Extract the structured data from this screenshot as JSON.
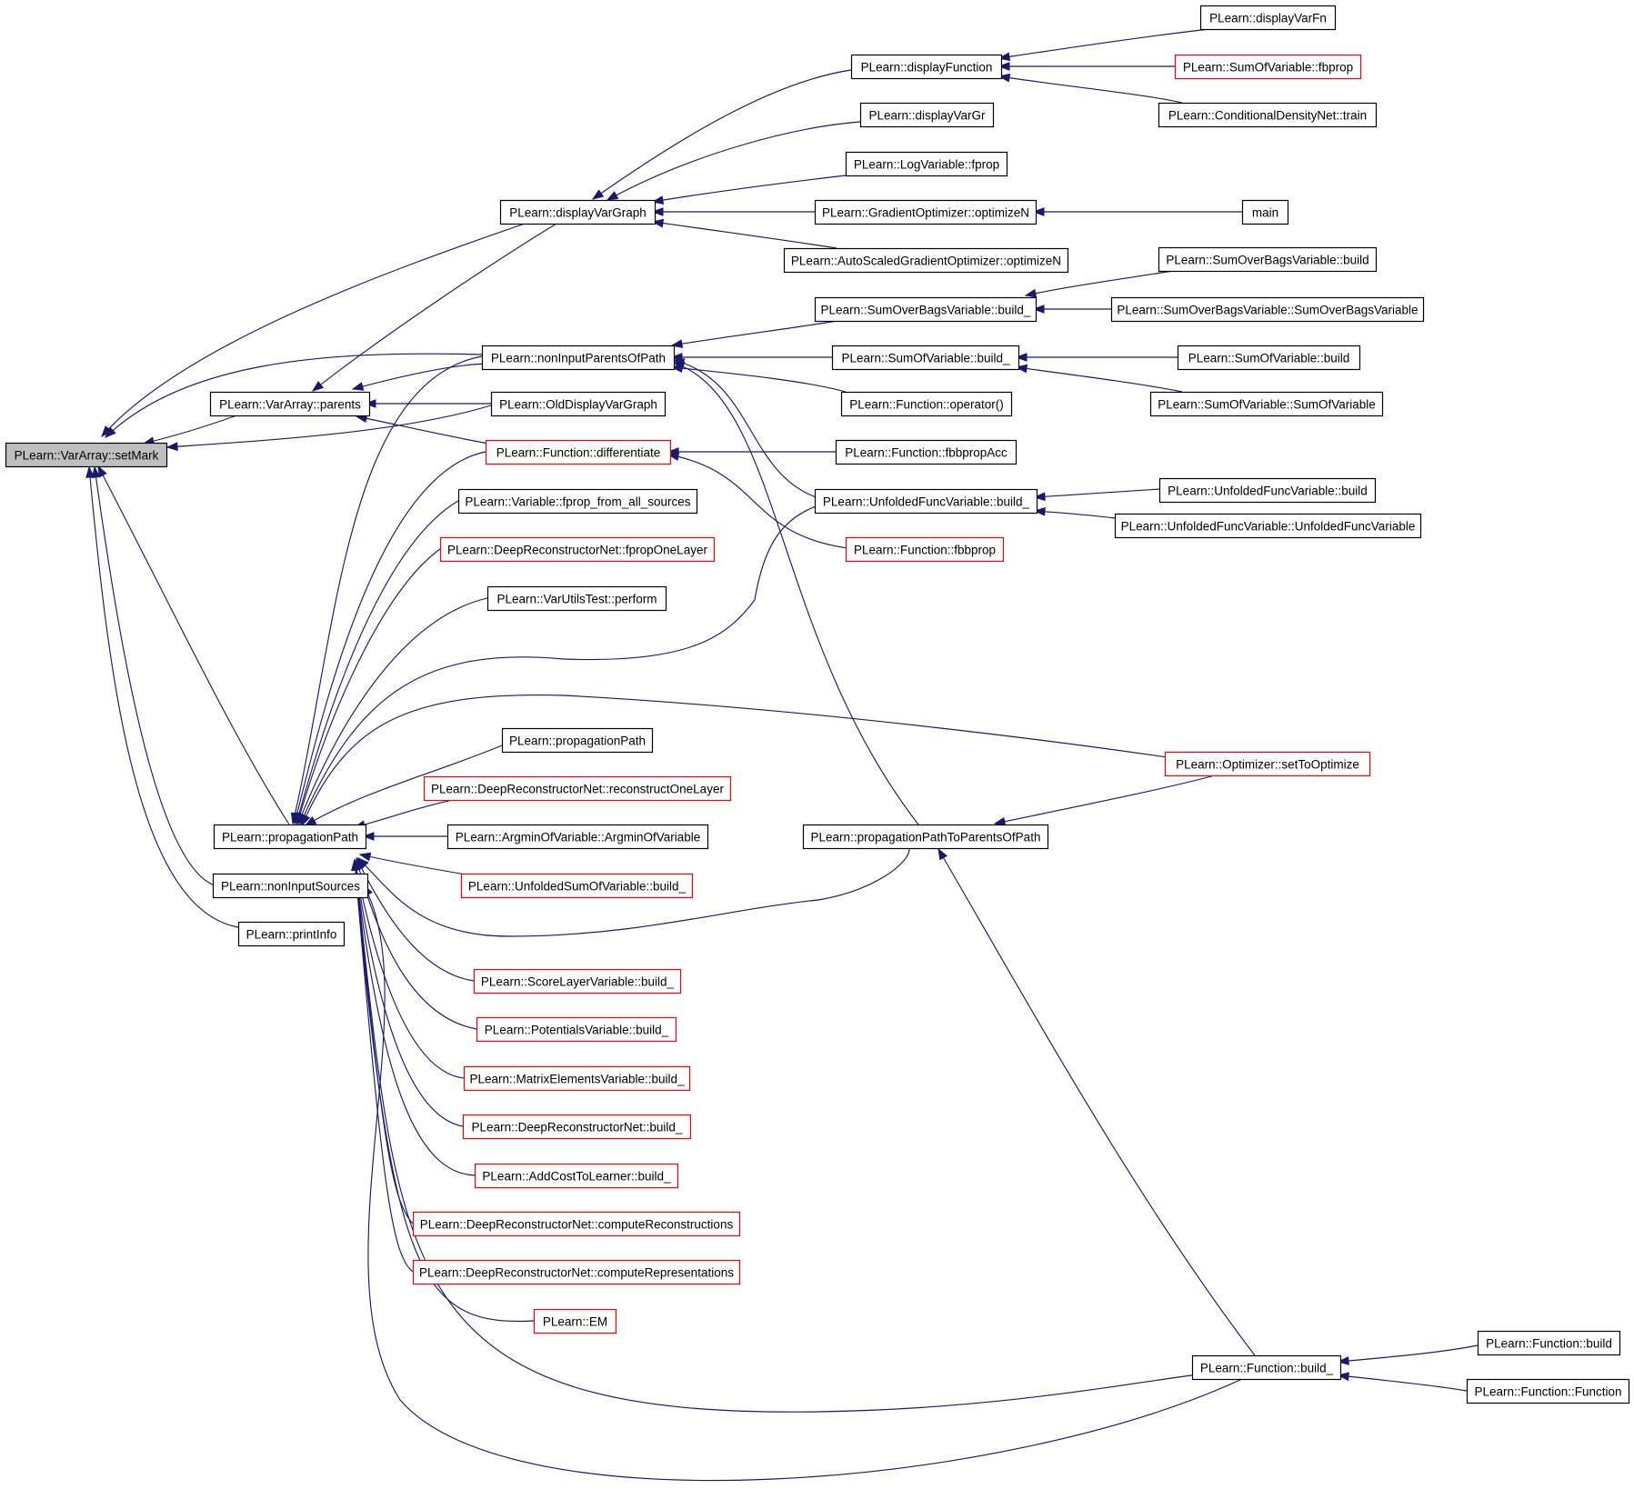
{
  "graph": {
    "title": "",
    "colors": {
      "edge": "#191970",
      "node_border": "#000000",
      "node_border_truncated": "#ff0000",
      "root_fill": "#bfbfbf",
      "node_fill": "#ffffff"
    },
    "nodes": [
      {
        "id": "setMark",
        "label": "PLearn::VarArray::setMark",
        "root": true
      },
      {
        "id": "displayVarGraph",
        "label": "PLearn::displayVarGraph"
      },
      {
        "id": "parents",
        "label": "PLearn::VarArray::parents"
      },
      {
        "id": "propagationPath",
        "label": "PLearn::propagationPath"
      },
      {
        "id": "nonInputSources",
        "label": "PLearn::nonInputSources"
      },
      {
        "id": "printInfo",
        "label": "PLearn::printInfo"
      },
      {
        "id": "displayFunction",
        "label": "PLearn::displayFunction"
      },
      {
        "id": "displayVarGr",
        "label": "PLearn::displayVarGr"
      },
      {
        "id": "logVarFprop",
        "label": "PLearn::LogVariable::fprop"
      },
      {
        "id": "gradOptN",
        "label": "PLearn::GradientOptimizer::optimizeN"
      },
      {
        "id": "autoScaledOptN",
        "label": "PLearn::AutoScaledGradientOptimizer::optimizeN"
      },
      {
        "id": "nonInputParentsOfPath",
        "label": "PLearn::nonInputParentsOfPath"
      },
      {
        "id": "oldDisplayVarGraph",
        "label": "PLearn::OldDisplayVarGraph"
      },
      {
        "id": "funcDifferentiate",
        "label": "PLearn::Function::differentiate",
        "truncated": true
      },
      {
        "id": "fpropFromAllSources",
        "label": "PLearn::Variable::fprop_from_all_sources"
      },
      {
        "id": "drnFpropOneLayer",
        "label": "PLearn::DeepReconstructorNet::fpropOneLayer",
        "truncated": true
      },
      {
        "id": "varUtilsTestPerform",
        "label": "PLearn::VarUtilsTest::perform"
      },
      {
        "id": "propagationPath2",
        "label": "PLearn::propagationPath"
      },
      {
        "id": "drnReconstructOneLayer",
        "label": "PLearn::DeepReconstructorNet::reconstructOneLayer",
        "truncated": true
      },
      {
        "id": "argminOfVariable",
        "label": "PLearn::ArgminOfVariable::ArgminOfVariable"
      },
      {
        "id": "unfoldedSumBuild",
        "label": "PLearn::UnfoldedSumOfVariable::build_",
        "truncated": true
      },
      {
        "id": "scoreLayerBuild",
        "label": "PLearn::ScoreLayerVariable::build_",
        "truncated": true
      },
      {
        "id": "potentialsBuild",
        "label": "PLearn::PotentialsVariable::build_",
        "truncated": true
      },
      {
        "id": "matrixElementsBuild",
        "label": "PLearn::MatrixElementsVariable::build_",
        "truncated": true
      },
      {
        "id": "drnBuild",
        "label": "PLearn::DeepReconstructorNet::build_",
        "truncated": true
      },
      {
        "id": "addCostBuild",
        "label": "PLearn::AddCostToLearner::build_",
        "truncated": true
      },
      {
        "id": "drnComputeReconstructions",
        "label": "PLearn::DeepReconstructorNet::computeReconstructions",
        "truncated": true
      },
      {
        "id": "drnComputeRepresentations",
        "label": "PLearn::DeepReconstructorNet::computeRepresentations",
        "truncated": true
      },
      {
        "id": "em",
        "label": "PLearn::EM",
        "truncated": true
      },
      {
        "id": "displayVarFn",
        "label": "PLearn::displayVarFn"
      },
      {
        "id": "sumOfVarFbprop",
        "label": "PLearn::SumOfVariable::fbprop",
        "truncated": true
      },
      {
        "id": "condDensityTrain",
        "label": "PLearn::ConditionalDensityNet::train"
      },
      {
        "id": "main",
        "label": "main"
      },
      {
        "id": "sumOverBagsBuild_",
        "label": "PLearn::SumOverBagsVariable::build_"
      },
      {
        "id": "sumOfVarBuild_",
        "label": "PLearn::SumOfVariable::build_"
      },
      {
        "id": "funcOperator",
        "label": "PLearn::Function::operator()"
      },
      {
        "id": "funcFbbpropAcc",
        "label": "PLearn::Function::fbbpropAcc"
      },
      {
        "id": "unfoldedFuncBuild_",
        "label": "PLearn::UnfoldedFuncVariable::build_"
      },
      {
        "id": "funcFbbprop",
        "label": "PLearn::Function::fbbprop",
        "truncated": true
      },
      {
        "id": "propPathToParents",
        "label": "PLearn::propagationPathToParentsOfPath"
      },
      {
        "id": "funcBuild_",
        "label": "PLearn::Function::build_"
      },
      {
        "id": "sumOverBagsBuild",
        "label": "PLearn::SumOverBagsVariable::build"
      },
      {
        "id": "sumOverBagsCtor",
        "label": "PLearn::SumOverBagsVariable::SumOverBagsVariable"
      },
      {
        "id": "sumOfVarBuild",
        "label": "PLearn::SumOfVariable::build"
      },
      {
        "id": "sumOfVarCtor",
        "label": "PLearn::SumOfVariable::SumOfVariable"
      },
      {
        "id": "unfoldedFuncBuild",
        "label": "PLearn::UnfoldedFuncVariable::build"
      },
      {
        "id": "unfoldedFuncCtor",
        "label": "PLearn::UnfoldedFuncVariable::UnfoldedFuncVariable"
      },
      {
        "id": "optSetToOptimize",
        "label": "PLearn::Optimizer::setToOptimize",
        "truncated": true
      },
      {
        "id": "funcBuild",
        "label": "PLearn::Function::build"
      },
      {
        "id": "funcCtor",
        "label": "PLearn::Function::Function"
      }
    ],
    "edges": [
      {
        "from": "displayVarGraph",
        "to": "setMark"
      },
      {
        "from": "nonInputParentsOfPath",
        "to": "setMark"
      },
      {
        "from": "parents",
        "to": "setMark"
      },
      {
        "from": "oldDisplayVarGraph",
        "to": "setMark"
      },
      {
        "from": "propagationPath",
        "to": "setMark"
      },
      {
        "from": "nonInputSources",
        "to": "setMark"
      },
      {
        "from": "printInfo",
        "to": "setMark"
      },
      {
        "from": "displayFunction",
        "to": "displayVarGraph"
      },
      {
        "from": "displayVarGr",
        "to": "displayVarGraph"
      },
      {
        "from": "logVarFprop",
        "to": "displayVarGraph"
      },
      {
        "from": "gradOptN",
        "to": "displayVarGraph"
      },
      {
        "from": "autoScaledOptN",
        "to": "displayVarGraph"
      },
      {
        "from": "displayVarFn",
        "to": "displayFunction"
      },
      {
        "from": "sumOfVarFbprop",
        "to": "displayFunction"
      },
      {
        "from": "condDensityTrain",
        "to": "displayFunction"
      },
      {
        "from": "main",
        "to": "gradOptN"
      },
      {
        "from": "displayVarGraph",
        "to": "parents"
      },
      {
        "from": "nonInputParentsOfPath",
        "to": "parents"
      },
      {
        "from": "oldDisplayVarGraph",
        "to": "parents"
      },
      {
        "from": "funcDifferentiate",
        "to": "parents"
      },
      {
        "from": "sumOverBagsBuild_",
        "to": "nonInputParentsOfPath"
      },
      {
        "from": "sumOfVarBuild_",
        "to": "nonInputParentsOfPath"
      },
      {
        "from": "funcOperator",
        "to": "nonInputParentsOfPath"
      },
      {
        "from": "unfoldedFuncBuild_",
        "to": "nonInputParentsOfPath"
      },
      {
        "from": "funcBuild_",
        "to": "nonInputParentsOfPath"
      },
      {
        "from": "sumOverBagsBuild",
        "to": "sumOverBagsBuild_"
      },
      {
        "from": "sumOverBagsCtor",
        "to": "sumOverBagsBuild_"
      },
      {
        "from": "sumOfVarBuild",
        "to": "sumOfVarBuild_"
      },
      {
        "from": "sumOfVarCtor",
        "to": "sumOfVarBuild_"
      },
      {
        "from": "funcFbbpropAcc",
        "to": "funcDifferentiate"
      },
      {
        "from": "funcFbbprop",
        "to": "funcDifferentiate"
      },
      {
        "from": "unfoldedFuncBuild",
        "to": "unfoldedFuncBuild_"
      },
      {
        "from": "unfoldedFuncCtor",
        "to": "unfoldedFuncBuild_"
      },
      {
        "from": "nonInputParentsOfPath",
        "to": "propagationPath"
      },
      {
        "from": "funcDifferentiate",
        "to": "propagationPath"
      },
      {
        "from": "fpropFromAllSources",
        "to": "propagationPath"
      },
      {
        "from": "drnFpropOneLayer",
        "to": "propagationPath"
      },
      {
        "from": "varUtilsTestPerform",
        "to": "propagationPath"
      },
      {
        "from": "unfoldedFuncBuild_",
        "to": "propagationPath"
      },
      {
        "from": "optSetToOptimize",
        "to": "propagationPath"
      },
      {
        "from": "propagationPath2",
        "to": "propagationPath"
      },
      {
        "from": "drnReconstructOneLayer",
        "to": "propagationPath"
      },
      {
        "from": "argminOfVariable",
        "to": "propagationPath"
      },
      {
        "from": "unfoldedSumBuild",
        "to": "propagationPath"
      },
      {
        "from": "propPathToParents",
        "to": "propagationPath"
      },
      {
        "from": "scoreLayerBuild",
        "to": "propagationPath"
      },
      {
        "from": "potentialsBuild",
        "to": "propagationPath"
      },
      {
        "from": "matrixElementsBuild",
        "to": "propagationPath"
      },
      {
        "from": "drnBuild",
        "to": "propagationPath"
      },
      {
        "from": "addCostBuild",
        "to": "propagationPath"
      },
      {
        "from": "drnComputeReconstructions",
        "to": "propagationPath"
      },
      {
        "from": "drnComputeRepresentations",
        "to": "propagationPath"
      },
      {
        "from": "em",
        "to": "propagationPath"
      },
      {
        "from": "funcBuild_",
        "to": "propagationPath"
      },
      {
        "from": "optSetToOptimize",
        "to": "propPathToParents"
      },
      {
        "from": "funcBuild_",
        "to": "propPathToParents"
      },
      {
        "from": "funcBuild_",
        "to": "nonInputSources"
      },
      {
        "from": "funcBuild",
        "to": "funcBuild_"
      },
      {
        "from": "funcCtor",
        "to": "funcBuild_"
      }
    ]
  }
}
